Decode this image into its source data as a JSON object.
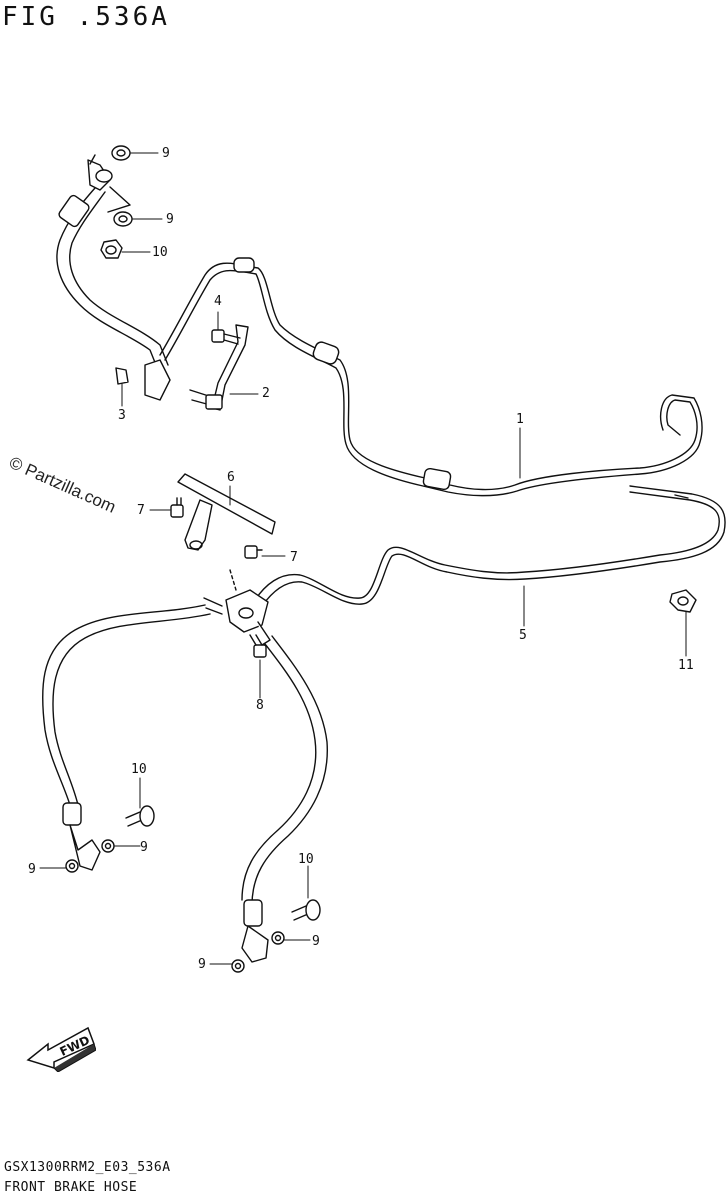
{
  "figure": {
    "title": "FIG .536A"
  },
  "watermark": "© Partzilla.com",
  "callouts": [
    {
      "id": "c9a",
      "label": "9"
    },
    {
      "id": "c9b",
      "label": "9"
    },
    {
      "id": "c10a",
      "label": "10"
    },
    {
      "id": "c4",
      "label": "4"
    },
    {
      "id": "c2",
      "label": "2"
    },
    {
      "id": "c3",
      "label": "3"
    },
    {
      "id": "c1",
      "label": "1"
    },
    {
      "id": "c6",
      "label": "6"
    },
    {
      "id": "c7a",
      "label": "7"
    },
    {
      "id": "c7b",
      "label": "7"
    },
    {
      "id": "c5",
      "label": "5"
    },
    {
      "id": "c11",
      "label": "11"
    },
    {
      "id": "c8",
      "label": "8"
    },
    {
      "id": "c10b",
      "label": "10"
    },
    {
      "id": "c9c",
      "label": "9"
    },
    {
      "id": "c9d",
      "label": "9"
    },
    {
      "id": "c10c",
      "label": "10"
    },
    {
      "id": "c9e",
      "label": "9"
    },
    {
      "id": "c9f",
      "label": "9"
    }
  ],
  "direction_marker": "FWD",
  "footer": {
    "model_code": "GSX1300RRM2_E03_536A",
    "caption": "FRONT BRAKE HOSE"
  }
}
